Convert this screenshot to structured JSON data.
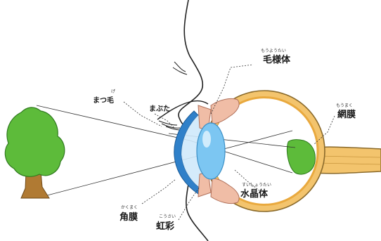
{
  "diagram": {
    "labels": {
      "ciliary_body": {
        "text": "毛様体",
        "ruby": "もうようたい"
      },
      "eyelash": {
        "text": "まつ毛",
        "ruby": "げ"
      },
      "eyelid": {
        "text": "まぶた",
        "ruby": ""
      },
      "retina": {
        "text": "網膜",
        "ruby": "もうまく"
      },
      "lens": {
        "text": "水晶体",
        "ruby": "すいしょうたい"
      },
      "cornea": {
        "text": "角膜",
        "ruby": "かくまく"
      },
      "iris": {
        "text": "虹彩",
        "ruby": "こうさい"
      }
    },
    "colors": {
      "sclera": "#f3c46d",
      "sclera_outline": "#8a6a2b",
      "ciliary": "#f0bda6",
      "lens": "#7cc6f2",
      "cornea": "#2f80c9",
      "tree_foliage": "#5dbb3a",
      "tree_trunk": "#b07a33"
    }
  }
}
